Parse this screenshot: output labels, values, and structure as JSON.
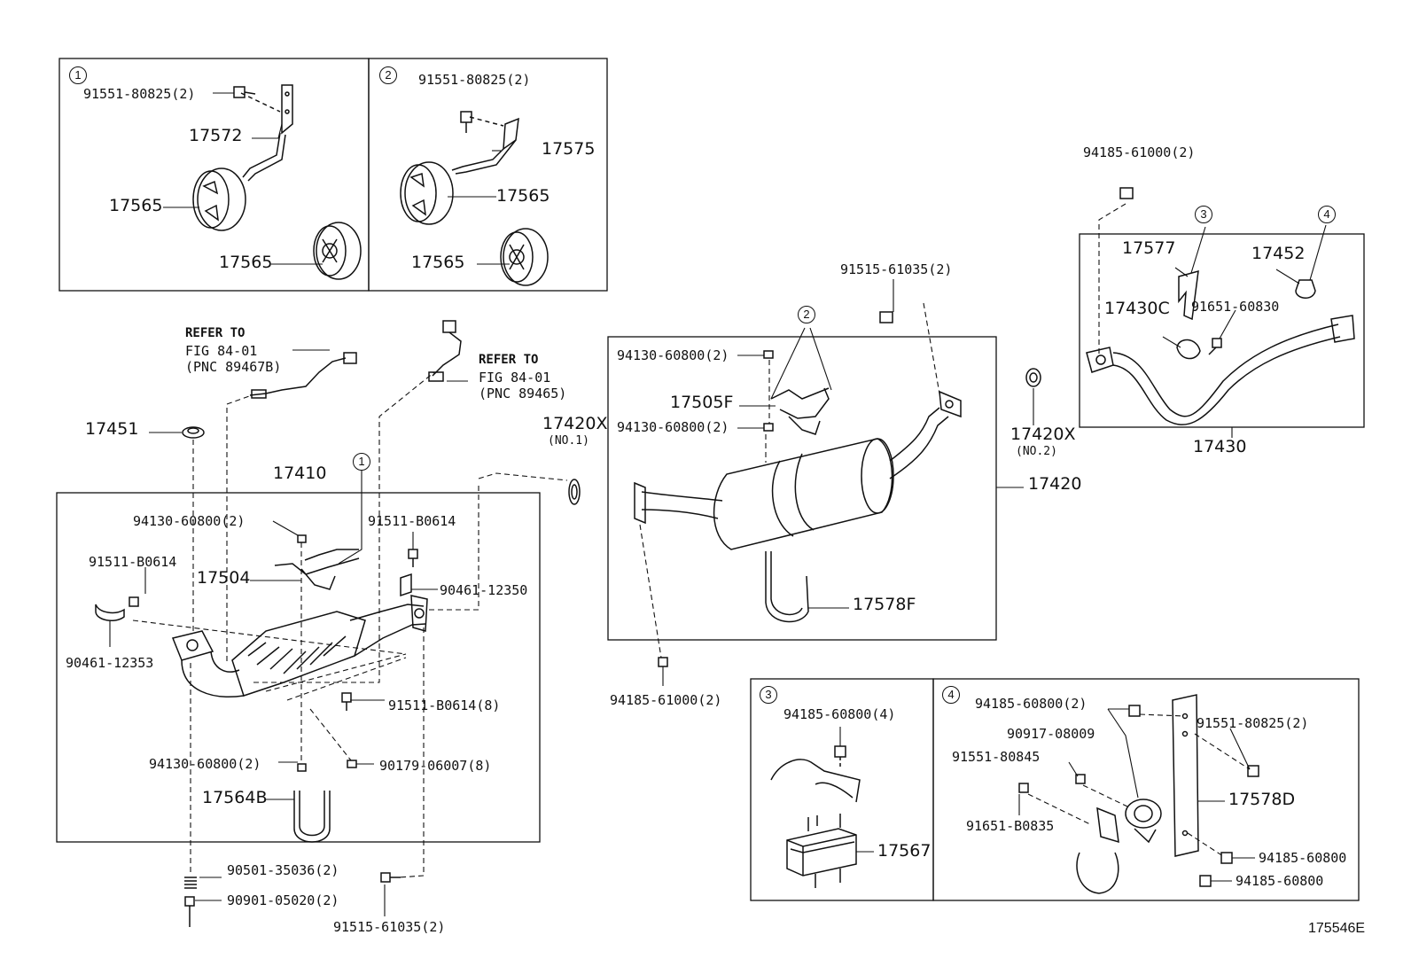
{
  "diagram_id": "175546E",
  "callouts": {
    "c1": "1",
    "c2": "2",
    "c3": "3",
    "c4": "4"
  },
  "labels": {
    "b1_bolt": "91551-80825(2)",
    "b1_17572": "17572",
    "b1_17565a": "17565",
    "b1_17565b": "17565",
    "b2_bolt": "91551-80825(2)",
    "b2_17575": "17575",
    "b2_17565a": "17565",
    "b2_17565b": "17565",
    "refer1_a": "REFER TO",
    "refer1_b": "FIG 84-01",
    "refer1_c": "(PNC 89467B)",
    "refer2_a": "REFER TO",
    "refer2_b": "FIG 84-01",
    "refer2_c": "(PNC 89465)",
    "p17451": "17451",
    "p17410": "17410",
    "p17420x1": "17420X",
    "p17420x1_sub": "(NO.1)",
    "f_94130_top": "94130-60800(2)",
    "f_91511_right": "91511-B0614",
    "f_91511_left": "91511-B0614",
    "p17504": "17504",
    "f_90461_12350": "90461-12350",
    "f_90461_12353": "90461-12353",
    "f_91511_8": "91511-B0614(8)",
    "f_94130_bottom": "94130-60800(2)",
    "f_90179": "90179-06007(8)",
    "p17564b": "17564B",
    "f_90501": "90501-35036(2)",
    "f_90901": "90901-05020(2)",
    "f_91515_bottom": "91515-61035(2)",
    "f_91515_top": "91515-61035(2)",
    "f_94130_m1": "94130-60800(2)",
    "p17505f": "17505F",
    "f_94130_m2": "94130-60800(2)",
    "p17420": "17420",
    "p17578f": "17578F",
    "f_94185_61000_bottom": "94185-61000(2)",
    "p17420x2": "17420X",
    "p17420x2_sub": "(NO.2)",
    "f_94185_61000_top": "94185-61000(2)",
    "p17577": "17577",
    "p17452": "17452",
    "p17430c": "17430C",
    "f_91651_60830": "91651-60830",
    "p17430": "17430",
    "b3_94185": "94185-60800(4)",
    "p17567": "17567",
    "b4_94185_top": "94185-60800(2)",
    "b4_90917": "90917-08009",
    "b4_91551_80825": "91551-80825(2)",
    "b4_91551_80845": "91551-80845",
    "p17578d": "17578D",
    "b4_91651": "91651-B0835",
    "b4_94185_r1": "94185-60800",
    "b4_94185_r2": "94185-60800"
  }
}
